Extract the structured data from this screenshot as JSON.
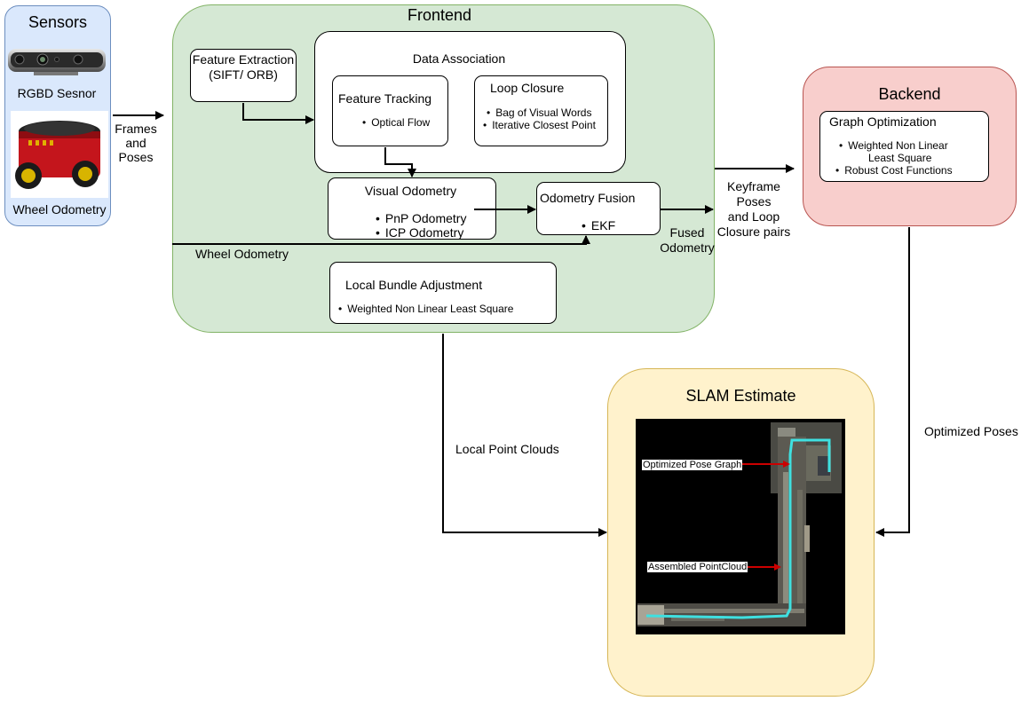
{
  "sensors": {
    "title": "Sensors",
    "rgbd_label": "RGBD Sesnor",
    "wheel_label": "Wheel Odometry"
  },
  "frontend": {
    "title": "Frontend",
    "feature_extraction": {
      "line1": "Feature Extraction",
      "line2": "(SIFT/ ORB)"
    },
    "data_association": {
      "title": "Data Association",
      "feature_tracking": {
        "title": "Feature Tracking",
        "items": [
          "Optical Flow"
        ]
      },
      "loop_closure": {
        "title": "Loop Closure",
        "items": [
          "Bag of Visual Words",
          "Iterative Closest Point"
        ]
      }
    },
    "visual_odometry": {
      "title": "Visual Odometry",
      "items": [
        "PnP Odometry",
        "ICP Odometry"
      ]
    },
    "odometry_fusion": {
      "title": "Odometry Fusion",
      "items": [
        "EKF"
      ]
    },
    "wheel_odometry_label": "Wheel Odometry",
    "local_bundle_adjustment": {
      "title": "Local Bundle Adjustment",
      "items": [
        "Weighted Non Linear Least Square"
      ]
    }
  },
  "backend": {
    "title": "Backend",
    "graph_optimization": {
      "title": "Graph Optimization",
      "items": [
        "Weighted Non Linear",
        "Least Square",
        "Robust Cost Functions"
      ]
    }
  },
  "slam": {
    "title": "SLAM Estimate",
    "annotation_pose_graph": "Optimized Pose Graph",
    "annotation_pointcloud": "Assembled PointCloud"
  },
  "edges": {
    "frames_poses": [
      "Frames",
      "and",
      "Poses"
    ],
    "fused_odometry": [
      "Fused",
      "Odometry"
    ],
    "keyframe": [
      "Keyframe",
      "Poses",
      "and Loop",
      "Closure pairs"
    ],
    "local_point_clouds": "Local Point Clouds",
    "optimized_poses": "Optimized Poses"
  },
  "colors": {
    "sensors_fill": "#dae8fc",
    "sensors_border": "#6c8ebf",
    "frontend_fill": "#d5e8d4",
    "frontend_border": "#82b366",
    "backend_fill": "#f8cecc",
    "backend_border": "#b85450",
    "slam_fill": "#fff2cc",
    "slam_border": "#d6b656",
    "trajectory": "#3fe0e0",
    "annotation_arrow": "#cc0000"
  }
}
